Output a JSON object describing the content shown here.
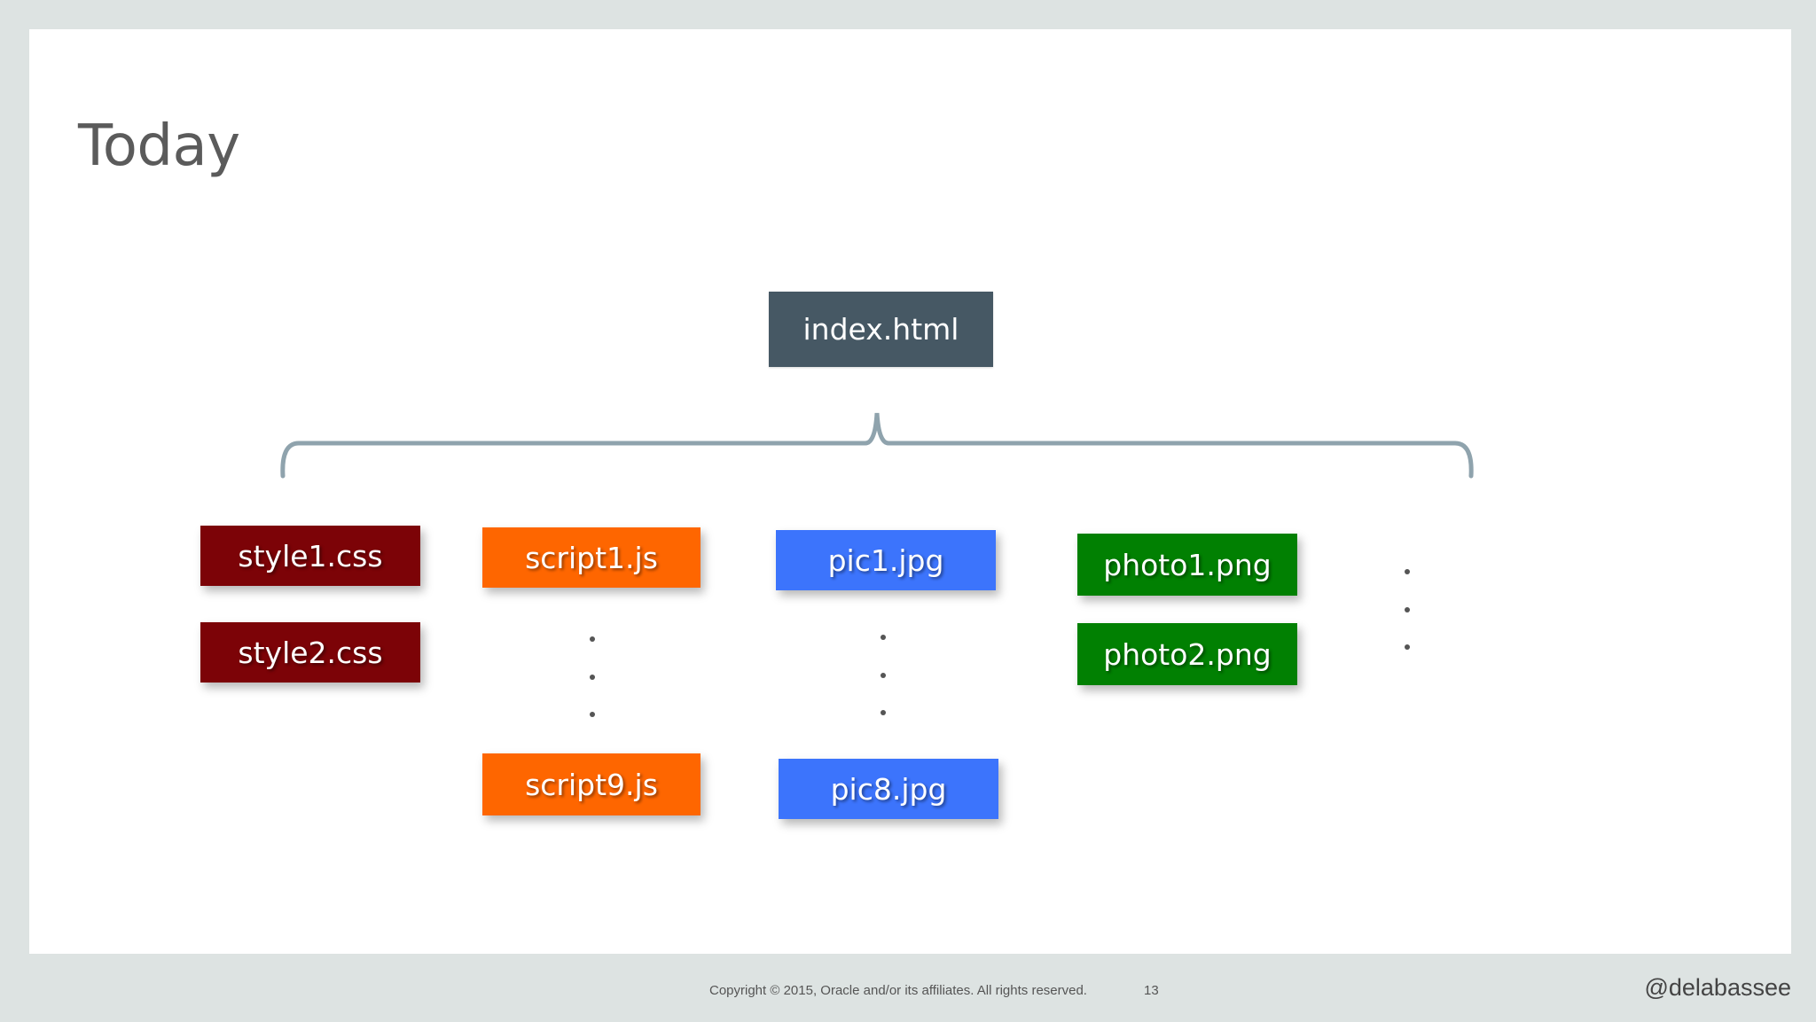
{
  "slide": {
    "title": "Today"
  },
  "diagram": {
    "root": "index.html",
    "files": {
      "style1": "style1.css",
      "style2": "style2.css",
      "script1": "script1.js",
      "script9": "script9.js",
      "pic1": "pic1.jpg",
      "pic8": "pic8.jpg",
      "photo1": "photo1.png",
      "photo2": "photo2.png"
    },
    "colors": {
      "root": "#465864",
      "css": "#7c0307",
      "js": "#fe6600",
      "jpg": "#3c74fc",
      "png": "#018002",
      "brace": "#8fa3ad"
    }
  },
  "footer": {
    "copyright": "Copyright © 2015, Oracle and/or its affiliates. All rights reserved.",
    "page_number": "13",
    "handle": "@delabassee"
  }
}
